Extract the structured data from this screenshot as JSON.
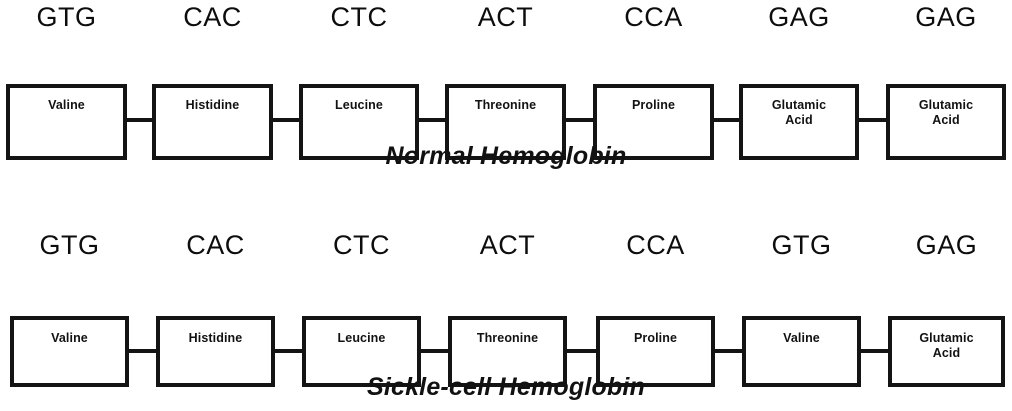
{
  "diagram": {
    "title_normal": "Normal Hemoglobin",
    "title_sickle": "Sickle-cell Hemoglobin",
    "rows": [
      {
        "id": "normal",
        "caption": "Normal Hemoglobin",
        "codons": [
          "GTG",
          "CAC",
          "CTC",
          "ACT",
          "CCA",
          "GAG",
          "GAG"
        ],
        "amino_acids": [
          "Valine",
          "Histidine",
          "Leucine",
          "Threonine",
          "Proline",
          "Glutamic\nAcid",
          "Glutamic\nAcid"
        ]
      },
      {
        "id": "sickle",
        "caption": "Sickle-cell Hemoglobin",
        "codons": [
          "GTG",
          "CAC",
          "CTC",
          "ACT",
          "CCA",
          "GTG",
          "GAG"
        ],
        "amino_acids": [
          "Valine",
          "Histidine",
          "Leucine",
          "Threonine",
          "Proline",
          "Valine",
          "Glutamic\nAcid"
        ]
      }
    ],
    "colors": {
      "background": "#ffffff",
      "box_border": "#141414",
      "text": "#111111"
    }
  }
}
